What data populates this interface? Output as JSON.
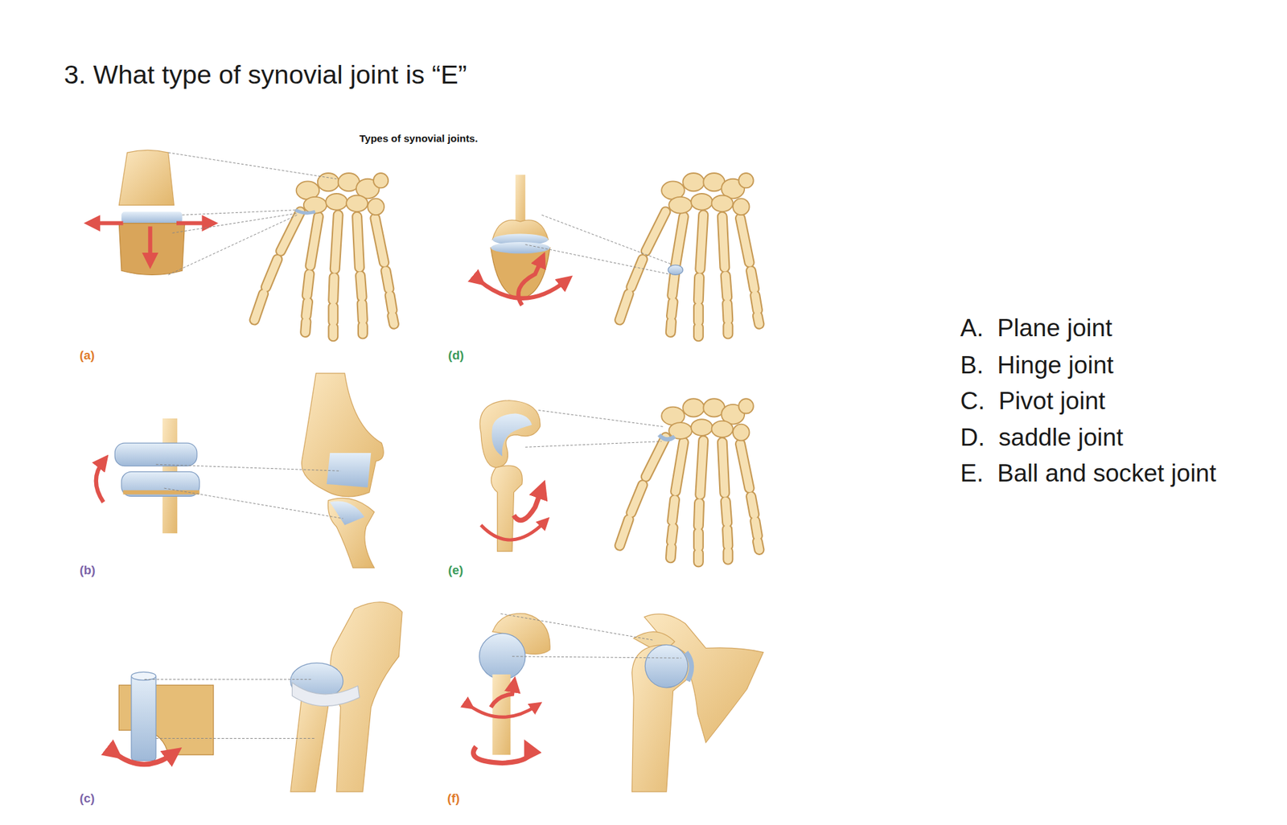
{
  "diagram": {
    "title": "3. What type of synovial joint is “E”",
    "labels": [
      "Types of synovial joints.",
      "(a)",
      "(d)",
      "(b)",
      "(e)",
      "(c)",
      "(f)",
      "A.  Plane joint",
      "B.  Hinge joint",
      "C.  Pivot joint",
      "D.  saddle joint",
      "E.  Ball and socket joint"
    ]
  }
}
